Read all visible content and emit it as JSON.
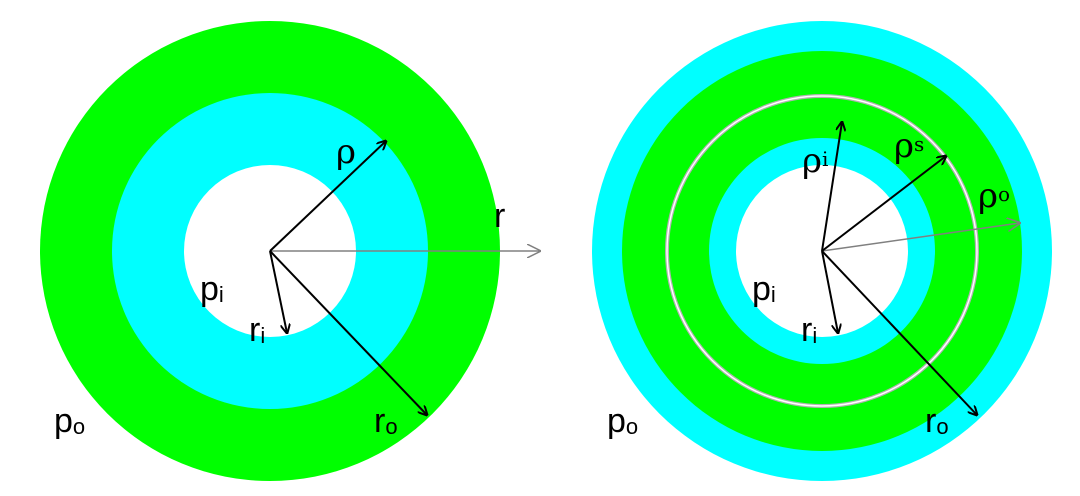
{
  "colors": {
    "green": "#00ff00",
    "cyan": "#00ffff",
    "white": "#ffffff",
    "arrow_black": "#000000",
    "arrow_gray": "#808080",
    "interface_line": "#b3b3b3"
  },
  "left_diagram": {
    "labels": {
      "rho": "ρ",
      "r": "r",
      "p_i_base": "p",
      "p_i_sub": "i",
      "r_i_base": "r",
      "r_i_sub": "i",
      "r_o_base": "r",
      "r_o_sub": "o",
      "p_o_base": "p",
      "p_o_sub": "o"
    }
  },
  "right_diagram": {
    "labels": {
      "rho_i_base": "ρ",
      "rho_i_sub": "i",
      "rho_s_base": "ρ",
      "rho_s_sub": "s",
      "rho_o_base": "ρ",
      "rho_o_sub": "o",
      "p_i_base": "p",
      "p_i_sub": "i",
      "r_i_base": "r",
      "r_i_sub": "i",
      "r_o_base": "r",
      "r_o_sub": "o",
      "p_o_base": "p",
      "p_o_sub": "o"
    }
  }
}
